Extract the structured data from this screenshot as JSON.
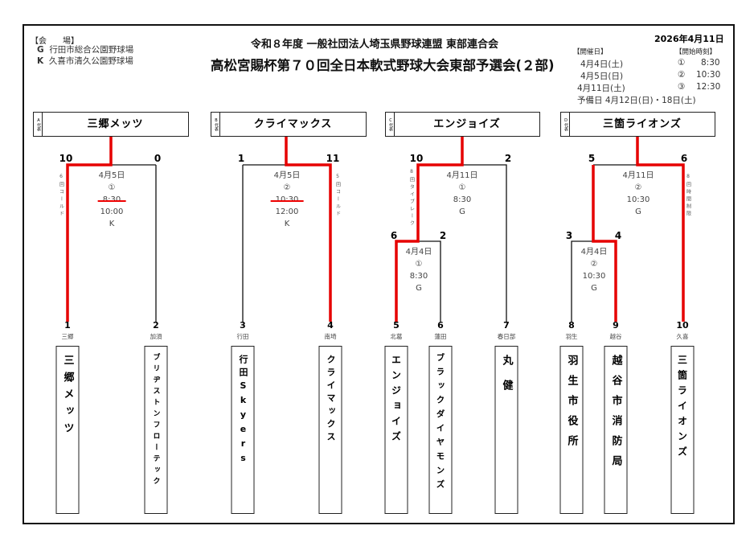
{
  "header": {
    "venue_label": "【会　　場】",
    "venues": [
      {
        "code": "G",
        "name": "行田市総合公園野球場"
      },
      {
        "code": "K",
        "name": "久喜市清久公園野球場"
      }
    ],
    "title_line1": "令和８年度 一般社団法人埼玉県野球連盟 東部連合会",
    "title_line2": "高松宮賜杯第７０回全日本軟式野球大会東部予選会(２部)",
    "date": "2026年4月11日",
    "schedule_label": "【開催日】",
    "start_label": "【開始時刻】",
    "dates": [
      "4月4日(土)",
      "4月5日(日)",
      "4月11日(土)"
    ],
    "slots": [
      {
        "mark": "①",
        "time": "8:30"
      },
      {
        "mark": "②",
        "time": "10:30"
      },
      {
        "mark": "③",
        "time": "12:30"
      }
    ],
    "reserve": "予備日 4月12日(日)・18日(土)"
  },
  "blocks": [
    {
      "label": "A代表",
      "winner": "三郷メッツ",
      "score_l": "10",
      "score_r": "0",
      "date": "4月5日",
      "slot": "①",
      "time_old": "8:30",
      "time": "10:00",
      "venue": "K",
      "note": "6回コールド"
    },
    {
      "label": "B代表",
      "winner": "クライマックス",
      "score_l": "1",
      "score_r": "11",
      "date": "4月5日",
      "slot": "②",
      "time_old": "10:30",
      "time": "12:00",
      "venue": "K",
      "note": "5回コールド"
    },
    {
      "label": "C代表",
      "winner": "エンジョイズ",
      "score_l": "10",
      "score_r": "2",
      "date": "4月11日",
      "slot": "①",
      "time": "8:30",
      "venue": "G",
      "note": "8回タイブレーク",
      "sub": {
        "score_l": "6",
        "score_r": "2",
        "date": "4月4日",
        "slot": "①",
        "time": "8:30",
        "venue": "G"
      }
    },
    {
      "label": "D代表",
      "winner": "三箇ライオンズ",
      "score_l": "5",
      "score_r": "6",
      "date": "4月11日",
      "slot": "②",
      "time": "10:30",
      "venue": "G",
      "note": "8回時間制限",
      "sub": {
        "score_l": "3",
        "score_r": "4",
        "date": "4月4日",
        "slot": "②",
        "time": "10:30",
        "venue": "G"
      }
    }
  ],
  "teams": [
    {
      "num": "1",
      "city": "三郷",
      "name": "三郷メッツ"
    },
    {
      "num": "2",
      "city": "加須",
      "name": "ブリヂストンフローテック"
    },
    {
      "num": "3",
      "city": "行田",
      "name": "行田Skyers"
    },
    {
      "num": "4",
      "city": "南埼",
      "name": "クライマックス"
    },
    {
      "num": "5",
      "city": "北葛",
      "name": "エンジョイズ"
    },
    {
      "num": "6",
      "city": "蓮田",
      "name": "ブラックダイヤモンズ"
    },
    {
      "num": "7",
      "city": "春日部",
      "name": "丸健"
    },
    {
      "num": "8",
      "city": "羽生",
      "name": "羽生市役所"
    },
    {
      "num": "9",
      "city": "越谷",
      "name": "越谷市消防局"
    },
    {
      "num": "10",
      "city": "久喜",
      "name": "三箇ライオンズ"
    }
  ],
  "colors": {
    "win_line": "#e60000",
    "line": "#111111"
  }
}
